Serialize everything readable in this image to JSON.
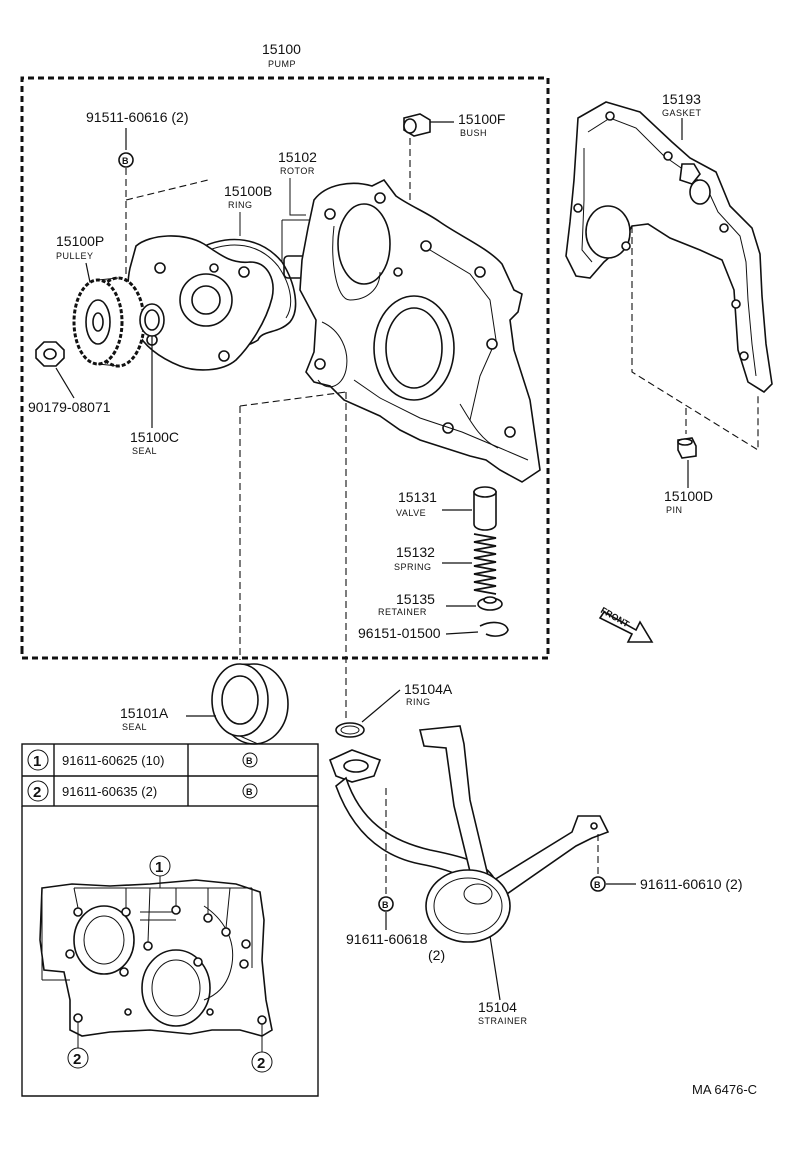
{
  "diagram_code": "MA 6476-C",
  "front_label": "FRONT",
  "bolt_symbol": "B",
  "parts": {
    "pump": {
      "number": "15100",
      "name": "PUMP"
    },
    "bolt_91511": {
      "number": "91511-60616 (2)"
    },
    "bush": {
      "number": "15100F",
      "name": "BUSH"
    },
    "rotor": {
      "number": "15102",
      "name": "ROTOR"
    },
    "ring_b": {
      "number": "15100B",
      "name": "RING"
    },
    "pulley": {
      "number": "15100P",
      "name": "PULLEY"
    },
    "nut": {
      "number": "90179-08071"
    },
    "seal_c": {
      "number": "15100C",
      "name": "SEAL"
    },
    "gasket": {
      "number": "15193",
      "name": "GASKET"
    },
    "pin": {
      "number": "15100D",
      "name": "PIN"
    },
    "valve": {
      "number": "15131",
      "name": "VALVE"
    },
    "spring": {
      "number": "15132",
      "name": "SPRING"
    },
    "retainer": {
      "number": "15135",
      "name": "RETAINER"
    },
    "clip": {
      "number": "96151-01500"
    },
    "seal_a": {
      "number": "15101A",
      "name": "SEAL"
    },
    "ring_a": {
      "number": "15104A",
      "name": "RING"
    },
    "bolt_60610": {
      "number": "91611-60610 (2)"
    },
    "bolt_60618": {
      "number": "91611-60618",
      "qty": "(2)"
    },
    "strainer": {
      "number": "15104",
      "name": "STRAINER"
    }
  },
  "bolt_table": {
    "rows": [
      {
        "index": "1",
        "part": "91611-60625 (10)",
        "symbol": "B"
      },
      {
        "index": "2",
        "part": "91611-60635 (2)",
        "symbol": "B"
      }
    ]
  },
  "inset_callouts": {
    "one": "1",
    "two_left": "2",
    "two_right": "2"
  }
}
